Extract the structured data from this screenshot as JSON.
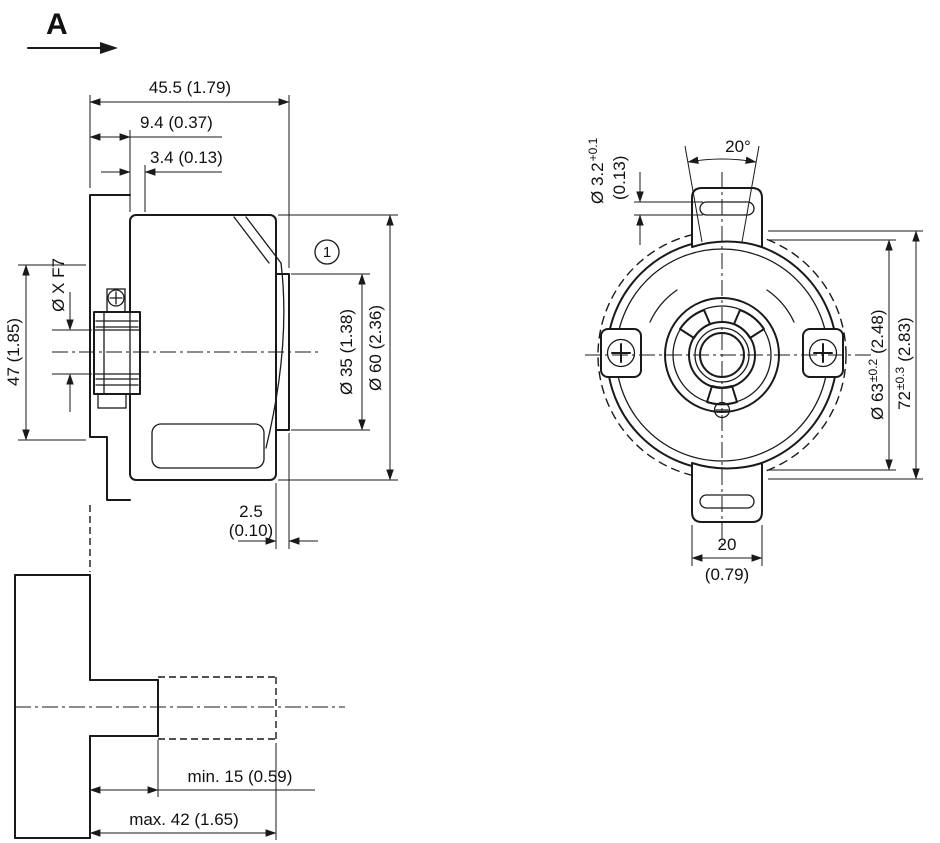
{
  "drawing": {
    "view_label": "A",
    "callout_1": "1",
    "side": {
      "depth_total": "45.5 (1.79)",
      "depth_shaft": "9.4 (0.37)",
      "depth_step": "3.4 (0.13)",
      "bore": "Ø X F7",
      "height": "47 (1.85)",
      "dia35": "Ø 35 (1.38)",
      "dia60": "Ø 60 (2.36)",
      "clamp_mm": "2.5",
      "clamp_in": "(0.10)",
      "min_insert": "min. 15 (0.59)",
      "max_insert": "max. 42 (1.65)"
    },
    "front": {
      "slot_dia": "Ø 3.2",
      "slot_tol": "+0.1",
      "slot_in": "(0.13)",
      "angle": "20°",
      "dia63": "Ø 63",
      "dia63_tol": "±0.2",
      "dia63_in": "(2.48)",
      "height72": "72",
      "height72_tol": "±0.3",
      "height72_in": "(2.83)",
      "tab_w_mm": "20",
      "tab_w_in": "(0.79)"
    }
  }
}
